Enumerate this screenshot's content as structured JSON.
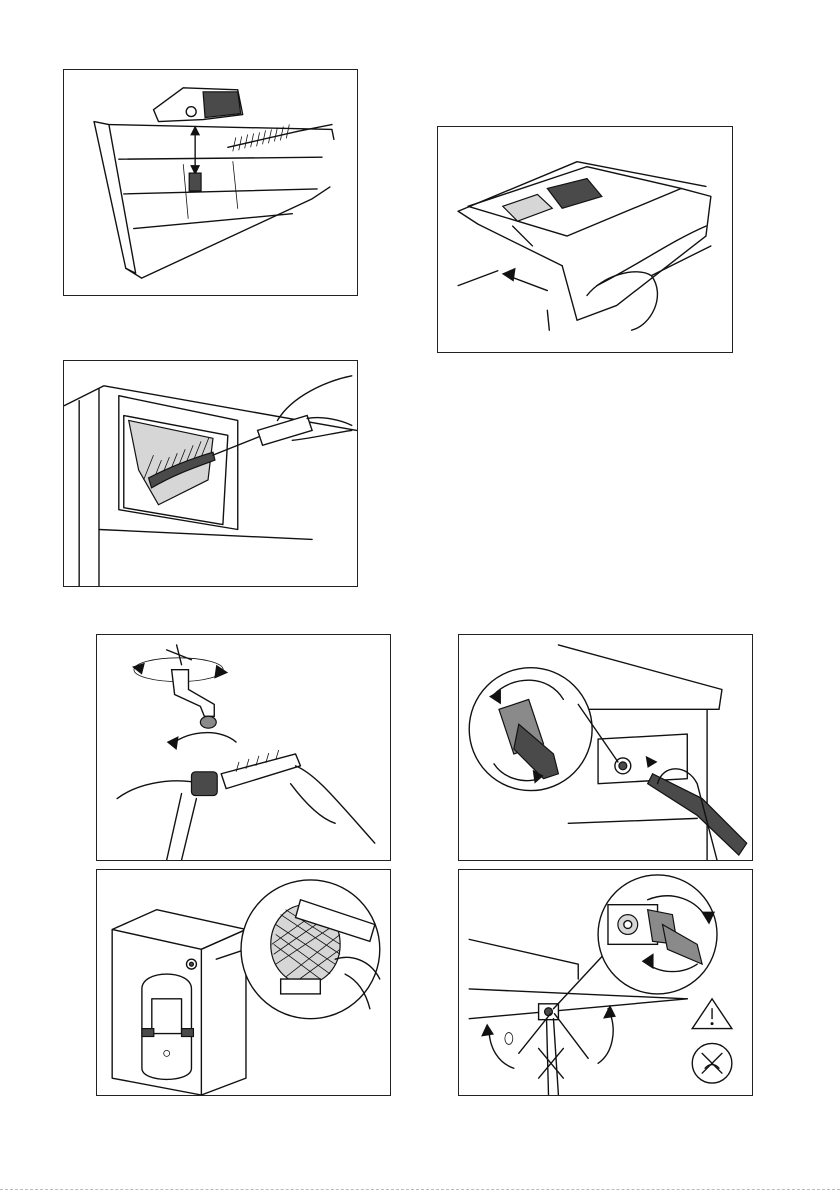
{
  "figures": [
    {
      "id": "fig-remove-siphon",
      "icon": "dispenser-siphon-illustration"
    },
    {
      "id": "fig-insert-drawer",
      "icon": "insert-drawer-illustration"
    },
    {
      "id": "fig-brush-recess",
      "icon": "brush-dispenser-recess-illustration"
    },
    {
      "id": "fig-clean-tap-filter",
      "icon": "tap-hose-filter-illustration"
    },
    {
      "id": "fig-unscrew-inlet-hose",
      "icon": "unscrew-inlet-hose-illustration"
    },
    {
      "id": "fig-clean-valve-filter",
      "icon": "valve-filter-cleaning-illustration"
    },
    {
      "id": "fig-refit-hose",
      "icon": "refit-hose-warning-illustration"
    }
  ]
}
